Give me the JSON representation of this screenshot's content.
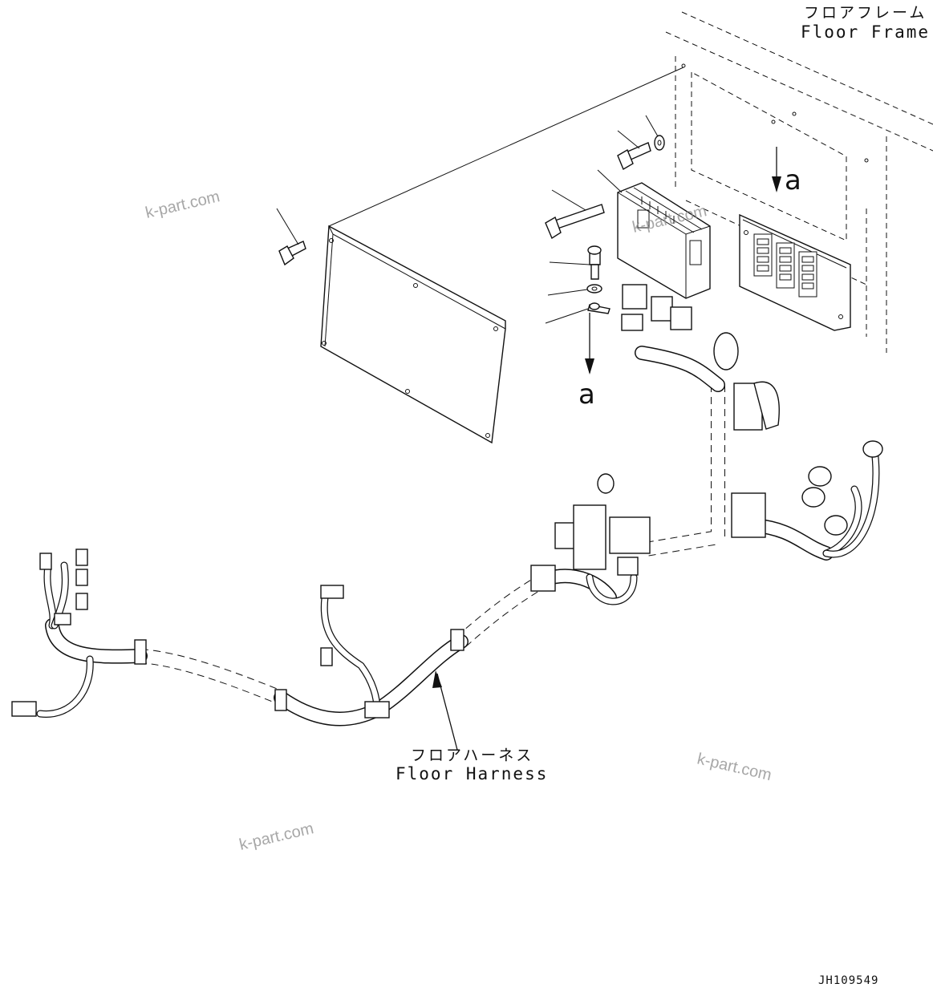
{
  "labels": {
    "floor_frame_jp": "フロアフレーム",
    "floor_frame_en": "Floor Frame",
    "floor_harness_jp": "フロアハーネス",
    "floor_harness_en": "Floor Harness",
    "ref_a_upper": "a",
    "ref_a_lower": "a",
    "drawing_code": "JH109549"
  },
  "watermarks": {
    "wm1": "k-part.com",
    "wm2": "k-part.com",
    "wm3": "k-part.com",
    "wm4": "k-part.com"
  }
}
